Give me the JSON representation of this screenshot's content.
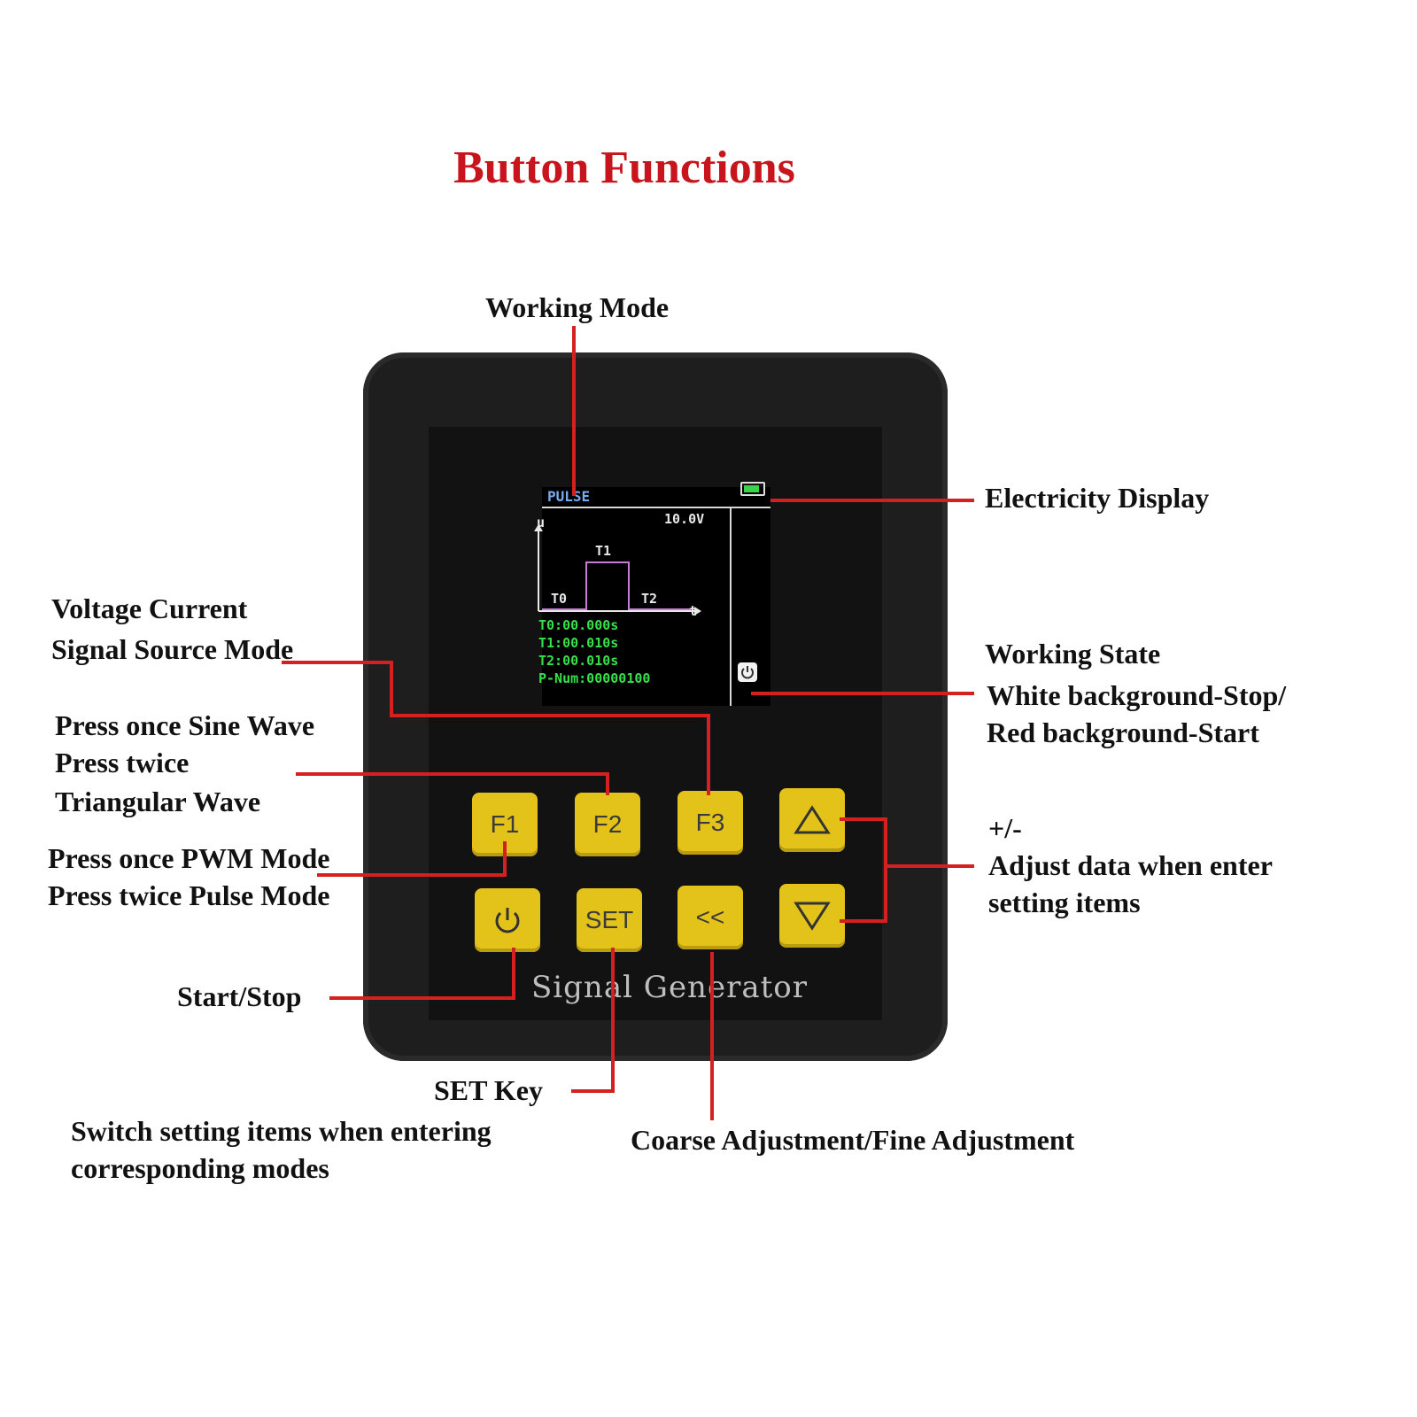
{
  "title": "Button Functions",
  "device": {
    "brand_text": "Signal Generator",
    "screen": {
      "mode": "PULSE",
      "axis_u": "u",
      "axis_t": "t",
      "voltage": "10.0V",
      "t0_label": "T0",
      "t1_label": "T1",
      "t2_label": "T2",
      "t0_value": "T0:00.000s",
      "t1_value": "T1:00.010s",
      "t2_value": "T2:00.010s",
      "p_num": "P-Num:00000100"
    },
    "keys": {
      "f1": "F1",
      "f2": "F2",
      "f3": "F3",
      "set": "SET",
      "back": "<<"
    }
  },
  "labels": {
    "working_mode": "Working Mode",
    "electricity_display": "Electricity Display",
    "vc_line1": "Voltage Current",
    "vc_line2": "Signal Source Mode",
    "f2_line1": "Press once Sine Wave",
    "f2_line2": "Press twice",
    "f2_line3": "Triangular Wave",
    "f1_line1": "Press once PWM Mode",
    "f1_line2": "Press twice Pulse Mode",
    "start_stop": "Start/Stop",
    "set_key": "SET Key",
    "set_desc_line1": "Switch setting items when entering",
    "set_desc_line2": "corresponding modes",
    "coarse_fine": "Coarse Adjustment/Fine Adjustment",
    "ws_line1": "Working State",
    "ws_line2": "White background-Stop/",
    "ws_line3": "Red background-Start",
    "pm_line1": "+/-",
    "pm_line2": "Adjust data when enter",
    "pm_line3": "setting items"
  },
  "colors": {
    "title": "#c8141c",
    "leader_lines": "#d42020",
    "keys": "#e3c21a",
    "screen_text": "#37e04a",
    "screen_header": "#7aaaf0"
  }
}
